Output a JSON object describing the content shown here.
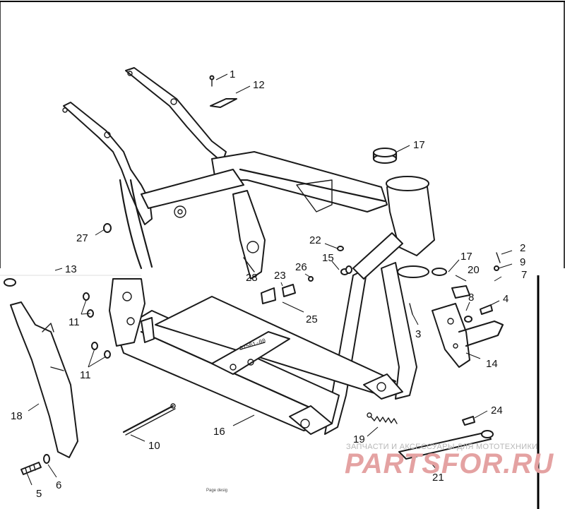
{
  "diagram": {
    "callouts": [
      {
        "id": "c1",
        "text": "1"
      },
      {
        "id": "c12",
        "text": "12"
      },
      {
        "id": "c17a",
        "text": "17"
      },
      {
        "id": "c27",
        "text": "27"
      },
      {
        "id": "c22",
        "text": "22"
      },
      {
        "id": "c15",
        "text": "15"
      },
      {
        "id": "c17b",
        "text": "17"
      },
      {
        "id": "c2",
        "text": "2"
      },
      {
        "id": "c9",
        "text": "9"
      },
      {
        "id": "c20",
        "text": "20"
      },
      {
        "id": "c7",
        "text": "7"
      },
      {
        "id": "c13",
        "text": "13"
      },
      {
        "id": "c23",
        "text": "23"
      },
      {
        "id": "c26",
        "text": "26"
      },
      {
        "id": "c28",
        "text": "28"
      },
      {
        "id": "c8",
        "text": "8"
      },
      {
        "id": "c4",
        "text": "4"
      },
      {
        "id": "c11a",
        "text": "11"
      },
      {
        "id": "c25",
        "text": "25"
      },
      {
        "id": "c3",
        "text": "3"
      },
      {
        "id": "c11b",
        "text": "11"
      },
      {
        "id": "c14",
        "text": "14"
      },
      {
        "id": "c18",
        "text": "18"
      },
      {
        "id": "c24",
        "text": "24"
      },
      {
        "id": "c16",
        "text": "16"
      },
      {
        "id": "c10",
        "text": "10"
      },
      {
        "id": "c19",
        "text": "19"
      },
      {
        "id": "c5",
        "text": "5"
      },
      {
        "id": "c6",
        "text": "6"
      },
      {
        "id": "c21",
        "text": "21"
      }
    ],
    "frame_stamp": "67561-00",
    "footer": "Page desig"
  },
  "watermark": {
    "tagline": "ЗАПЧАСТИ И АКСЕССУАРЫ ДЛЯ МОТОТЕХНИКИ",
    "brand": "PARTSFOR.RU"
  }
}
